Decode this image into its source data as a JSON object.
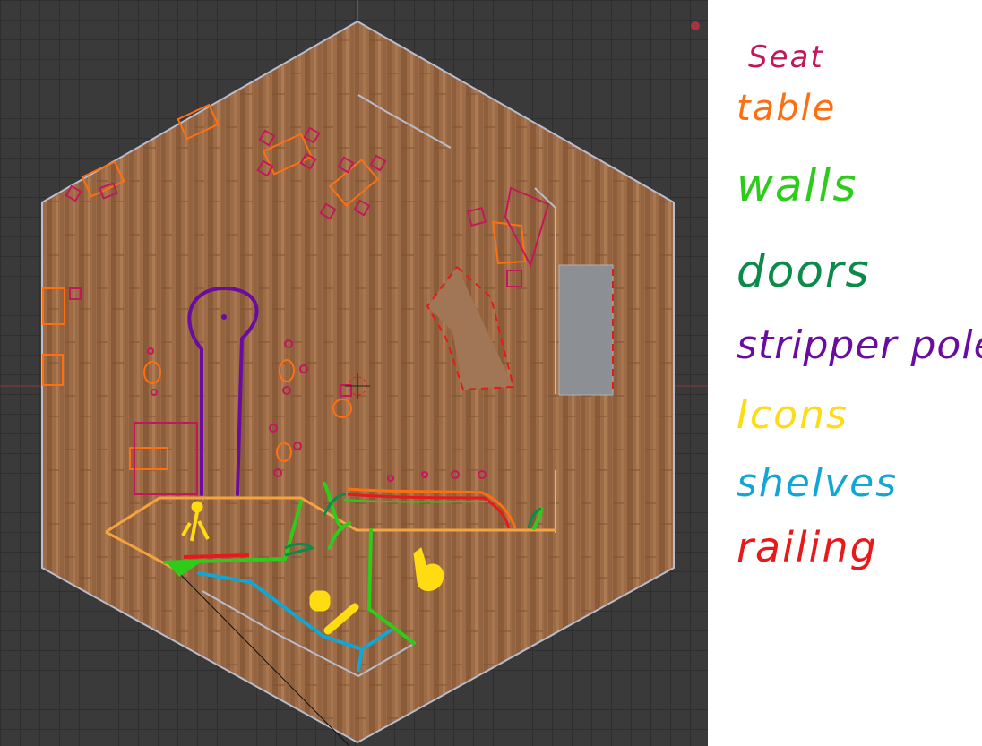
{
  "legend": {
    "items": [
      {
        "key": "seat",
        "label": "Seat",
        "color": "#c2185b"
      },
      {
        "key": "table",
        "label": "table",
        "color": "#ff6f10"
      },
      {
        "key": "walls",
        "label": "walls",
        "color": "#2ecc1a"
      },
      {
        "key": "doors",
        "label": "doors",
        "color": "#0b8a4a"
      },
      {
        "key": "stripper_pole",
        "label": "stripper pole",
        "color": "#6a0ca0"
      },
      {
        "key": "icons",
        "label": "Icons",
        "color": "#ffdb12"
      },
      {
        "key": "shelves",
        "label": "shelves",
        "color": "#12a6d4"
      },
      {
        "key": "railing",
        "label": "railing",
        "color": "#e8191a"
      }
    ]
  },
  "viewport": {
    "background": "#3a3a3a",
    "floor_color": "#9a6a45",
    "wall_outline_color": "#b9bccc",
    "rug_color": "#8c8f94"
  }
}
